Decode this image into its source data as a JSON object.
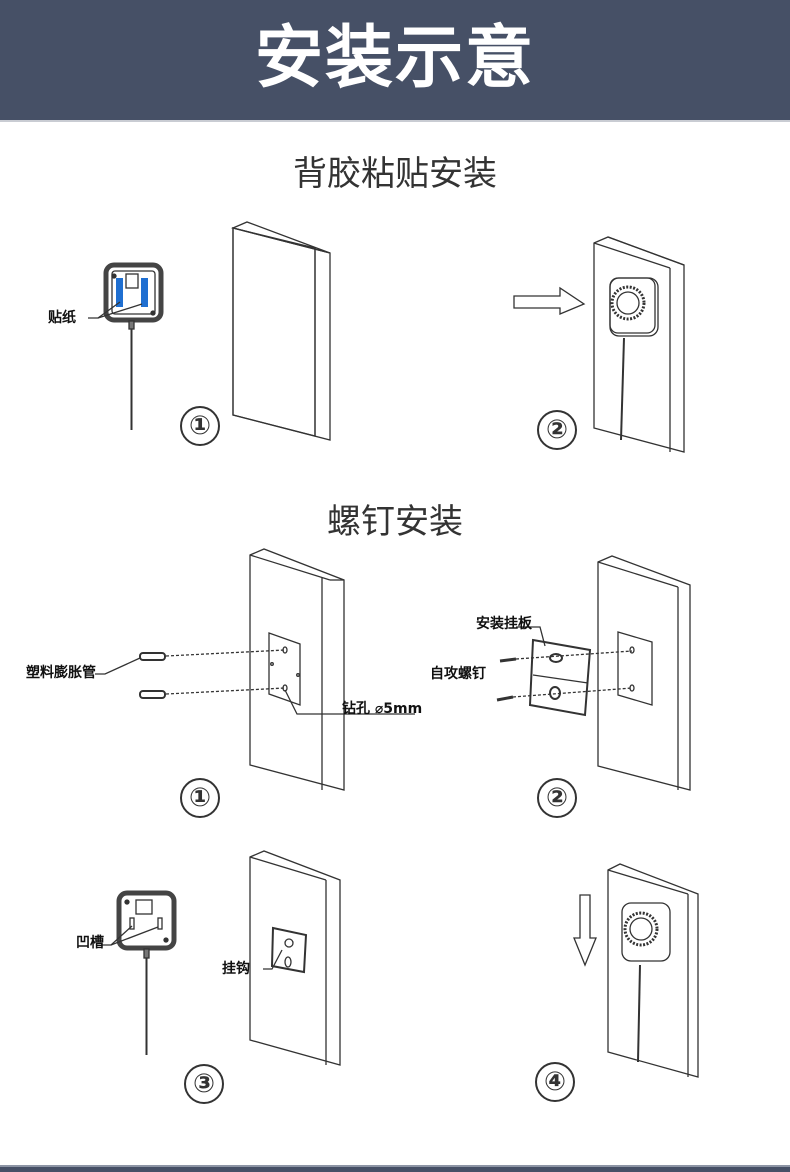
{
  "banner": {
    "title": "安装示意"
  },
  "sections": [
    {
      "title": "背胶粘贴安装",
      "steps": [
        "①",
        "②"
      ],
      "labels": {
        "sticker": "贴纸"
      }
    },
    {
      "title": "螺钉安装",
      "steps": [
        "①",
        "②",
        "③",
        "④"
      ],
      "labels": {
        "anchor": "塑料膨胀管",
        "drill": "钻孔 ⌀5mm",
        "plate": "安装挂板",
        "screw": "自攻螺钉",
        "groove": "凹槽",
        "hook": "挂钩"
      }
    }
  ],
  "colors": {
    "banner": "#465066",
    "sticker": "#1f6fd1"
  }
}
